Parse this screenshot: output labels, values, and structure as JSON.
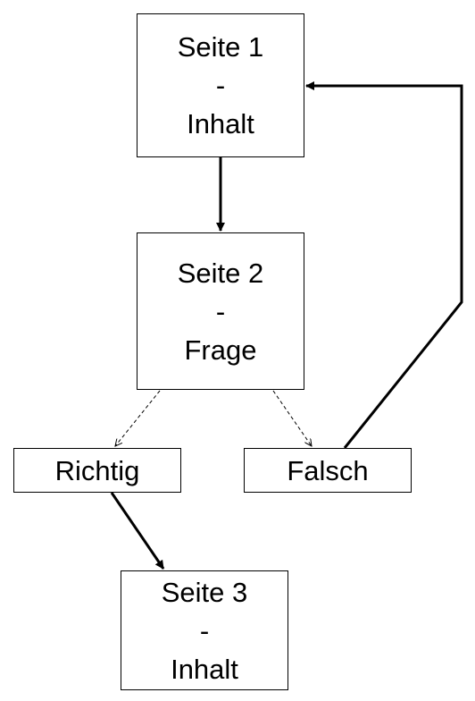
{
  "nodes": {
    "seite1": {
      "title": "Seite 1",
      "separator": "-",
      "content": "Inhalt"
    },
    "seite2": {
      "title": "Seite 2",
      "separator": "-",
      "content": "Frage"
    },
    "richtig": {
      "label": "Richtig"
    },
    "falsch": {
      "label": "Falsch"
    },
    "seite3": {
      "title": "Seite 3",
      "separator": "-",
      "content": "Inhalt"
    }
  },
  "edges": [
    {
      "from": "seite1",
      "to": "seite2",
      "style": "solid"
    },
    {
      "from": "seite2",
      "to": "richtig",
      "style": "dashed"
    },
    {
      "from": "seite2",
      "to": "falsch",
      "style": "dashed"
    },
    {
      "from": "richtig",
      "to": "seite3",
      "style": "solid"
    },
    {
      "from": "falsch",
      "to": "seite1",
      "style": "solid"
    }
  ],
  "colors": {
    "line": "#000000",
    "background": "#ffffff"
  }
}
